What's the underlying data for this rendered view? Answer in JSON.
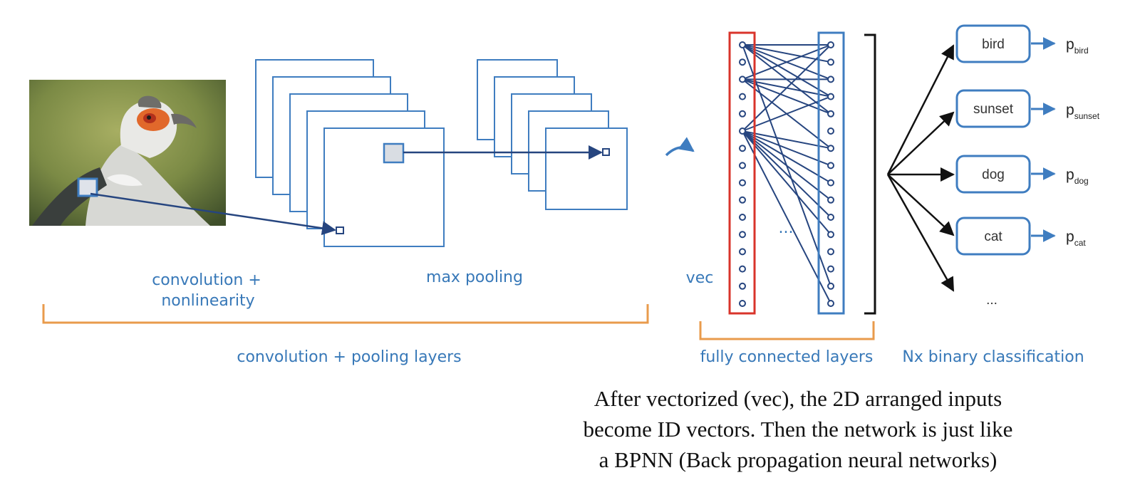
{
  "labels": {
    "conv_line1": "convolution +",
    "conv_line2": "nonlinearity",
    "max_pooling": "max pooling",
    "conv_pool_layers": "convolution + pooling layers",
    "vec": "vec",
    "fully_connected": "fully connected layers",
    "binary_classification": "Nx binary classification",
    "hidden_ellipsis": "...",
    "class_ellipsis": "..."
  },
  "classes": [
    {
      "name": "bird",
      "p_sub": "bird"
    },
    {
      "name": "sunset",
      "p_sub": "sunset"
    },
    {
      "name": "dog",
      "p_sub": "dog"
    },
    {
      "name": "cat",
      "p_sub": "cat"
    }
  ],
  "prob_symbol": "p",
  "caption": {
    "line1": "After vectorized (vec), the 2D arranged inputs",
    "line2": "become ID vectors. Then the network is just like",
    "line3": "a BPNN (Back propagation neural networks)"
  },
  "colors": {
    "blue": "#3f7dc0",
    "dark_blue": "#26457f",
    "red": "#d9342b",
    "orange": "#e99b4c",
    "text_blue": "#3778b8"
  },
  "icons": {
    "input_image": "bird-photo-icon",
    "transition": "curved-arrow-icon"
  }
}
